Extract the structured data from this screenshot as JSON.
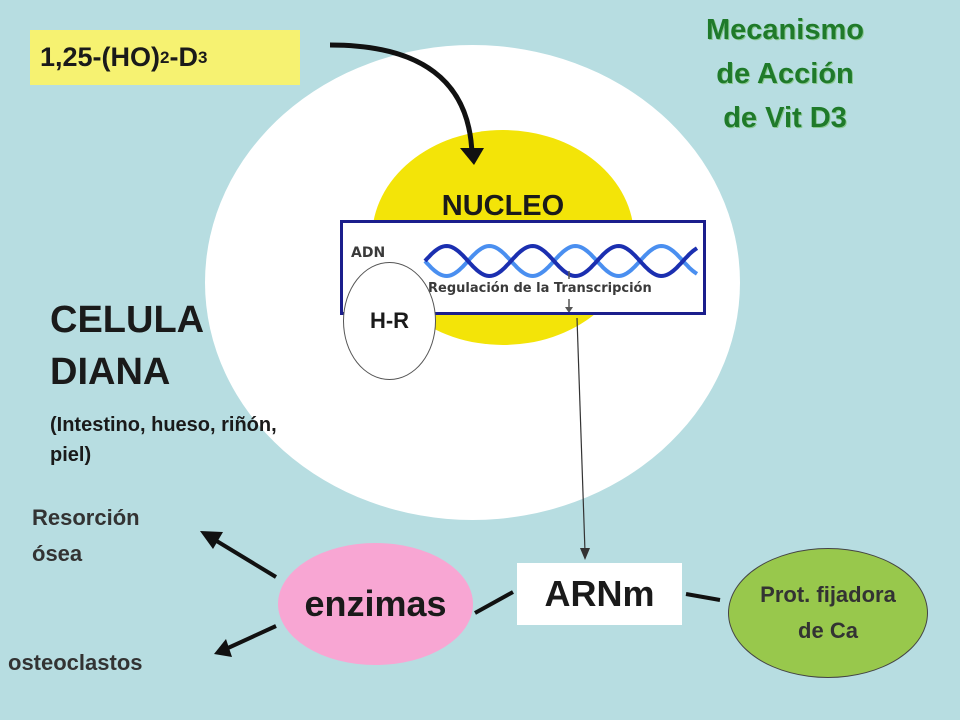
{
  "title": [
    "Mecanismo",
    "de Acción",
    "de Vit D3"
  ],
  "hormone": {
    "main": "1,25-(HO)",
    "sub1": "2",
    "mid": "-D",
    "sub2": "3"
  },
  "nucleus_label": "NUCLEO",
  "dna_panel": {
    "adn": "ADN",
    "regulation": "Regulación de la Transcripción"
  },
  "receptor_label": "H-R",
  "cell_title": [
    "CELULA",
    "DIANA"
  ],
  "cell_subtitle": "(Intestino, hueso, riñón, piel)",
  "enzymes_label": "enzimas",
  "mrna_label": "ARNm",
  "protein_label": [
    "Prot. fijadora",
    "de Ca"
  ],
  "outputs": {
    "resorption": [
      "Resorción",
      "ósea"
    ],
    "osteoclasts": "osteoclastos"
  },
  "colors": {
    "background": "#b7dde1",
    "title": "#1f7a2a",
    "nucleus": "#f3e408",
    "hormone_box": "#f6f271",
    "enzymes": "#f8a6d3",
    "protein": "#98c84c",
    "dna_strand_a": "#1b2fb0",
    "dna_strand_b": "#4a8ff0"
  }
}
